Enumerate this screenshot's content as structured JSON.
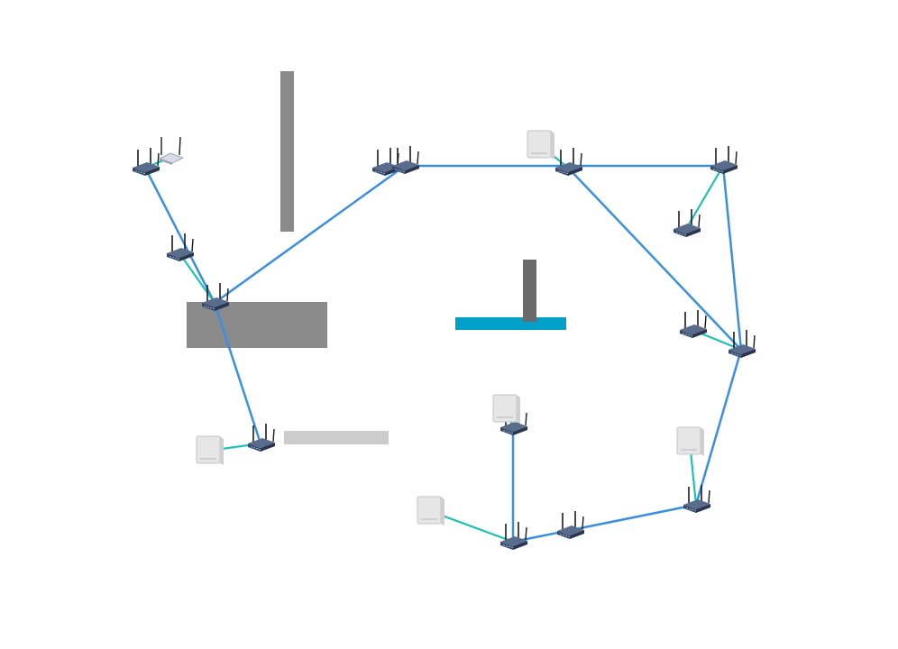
{
  "colors": {
    "background": "#ffffff",
    "backbone_link": "#3b8fe0",
    "client_link": "#1fc0b8",
    "wall_gray": "#8a8a8a",
    "wall_dark": "#6a6a6a",
    "wall_light": "#cccccc",
    "wall_blue": "#00a0c8",
    "router_body": "#3a4a66",
    "router_antenna": "#1a1a1a",
    "device_box": "#e6e6e6"
  },
  "nodes": [
    {
      "id": "r-top-left",
      "kind": "router",
      "icon": "wireless-router-icon"
    },
    {
      "id": "dev-top-left",
      "kind": "modem",
      "icon": "modem-icon"
    },
    {
      "id": "r-left-mid",
      "kind": "router",
      "icon": "wireless-router-icon"
    },
    {
      "id": "r-left-hub",
      "kind": "router",
      "icon": "wireless-router-icon"
    },
    {
      "id": "r-bottom-left",
      "kind": "router",
      "icon": "wireless-router-icon"
    },
    {
      "id": "ap-bottom-left",
      "kind": "access-point",
      "icon": "access-point-icon"
    },
    {
      "id": "r-top-center-a",
      "kind": "router",
      "icon": "wireless-router-icon"
    },
    {
      "id": "r-top-center-b",
      "kind": "router",
      "icon": "wireless-router-icon"
    },
    {
      "id": "r-top-right-a",
      "kind": "router",
      "icon": "wireless-router-icon"
    },
    {
      "id": "ap-top-right",
      "kind": "access-point",
      "icon": "access-point-icon"
    },
    {
      "id": "r-top-right-b",
      "kind": "router",
      "icon": "wireless-router-icon"
    },
    {
      "id": "r-right-upper",
      "kind": "router",
      "icon": "wireless-router-icon"
    },
    {
      "id": "r-right-mid-a",
      "kind": "router",
      "icon": "wireless-router-icon"
    },
    {
      "id": "r-right-mid-b",
      "kind": "router",
      "icon": "wireless-router-icon"
    },
    {
      "id": "r-bottom-right",
      "kind": "router",
      "icon": "wireless-router-icon"
    },
    {
      "id": "ap-bottom-right",
      "kind": "access-point",
      "icon": "access-point-icon"
    },
    {
      "id": "r-bottom-center-a",
      "kind": "router",
      "icon": "wireless-router-icon"
    },
    {
      "id": "r-bottom-center-b",
      "kind": "router",
      "icon": "wireless-router-icon"
    },
    {
      "id": "ap-bottom-center",
      "kind": "access-point",
      "icon": "access-point-icon"
    },
    {
      "id": "r-center-lower",
      "kind": "router",
      "icon": "wireless-router-icon"
    },
    {
      "id": "ap-center-lower",
      "kind": "access-point",
      "icon": "access-point-icon"
    }
  ],
  "links": [
    {
      "from": "r-top-left",
      "to": "r-left-hub",
      "type": "backbone"
    },
    {
      "from": "r-left-hub",
      "to": "r-top-center-b",
      "type": "backbone"
    },
    {
      "from": "r-left-hub",
      "to": "r-bottom-left",
      "type": "backbone"
    },
    {
      "from": "r-top-center-b",
      "to": "r-top-right-b",
      "type": "backbone"
    },
    {
      "from": "r-top-right-a",
      "to": "r-right-mid-b",
      "type": "backbone"
    },
    {
      "from": "r-top-right-b",
      "to": "r-right-mid-b",
      "type": "backbone"
    },
    {
      "from": "r-right-mid-b",
      "to": "r-bottom-right",
      "type": "backbone"
    },
    {
      "from": "r-bottom-right",
      "to": "r-bottom-center-a",
      "type": "backbone"
    },
    {
      "from": "r-center-lower",
      "to": "r-bottom-center-a",
      "type": "backbone"
    },
    {
      "from": "r-top-left",
      "to": "dev-top-left",
      "type": "client"
    },
    {
      "from": "r-left-mid",
      "to": "r-left-hub",
      "type": "client"
    },
    {
      "from": "r-bottom-left",
      "to": "ap-bottom-left",
      "type": "client"
    },
    {
      "from": "r-top-right-a",
      "to": "ap-top-right",
      "type": "client"
    },
    {
      "from": "r-top-right-b",
      "to": "r-right-upper",
      "type": "client"
    },
    {
      "from": "r-right-mid-a",
      "to": "r-right-mid-b",
      "type": "client"
    },
    {
      "from": "r-bottom-right",
      "to": "ap-bottom-right",
      "type": "client"
    },
    {
      "from": "r-bottom-center-a",
      "to": "ap-bottom-center",
      "type": "client"
    },
    {
      "from": "r-center-lower",
      "to": "ap-center-lower",
      "type": "client"
    }
  ],
  "walls": [
    {
      "id": "wall-vertical-top",
      "shade": "wall_gray"
    },
    {
      "id": "wall-block-left",
      "shade": "wall_gray"
    },
    {
      "id": "wall-strip-light",
      "shade": "wall_light"
    },
    {
      "id": "wall-blue-bar",
      "shade": "wall_blue"
    },
    {
      "id": "wall-vertical-center",
      "shade": "wall_dark"
    }
  ]
}
